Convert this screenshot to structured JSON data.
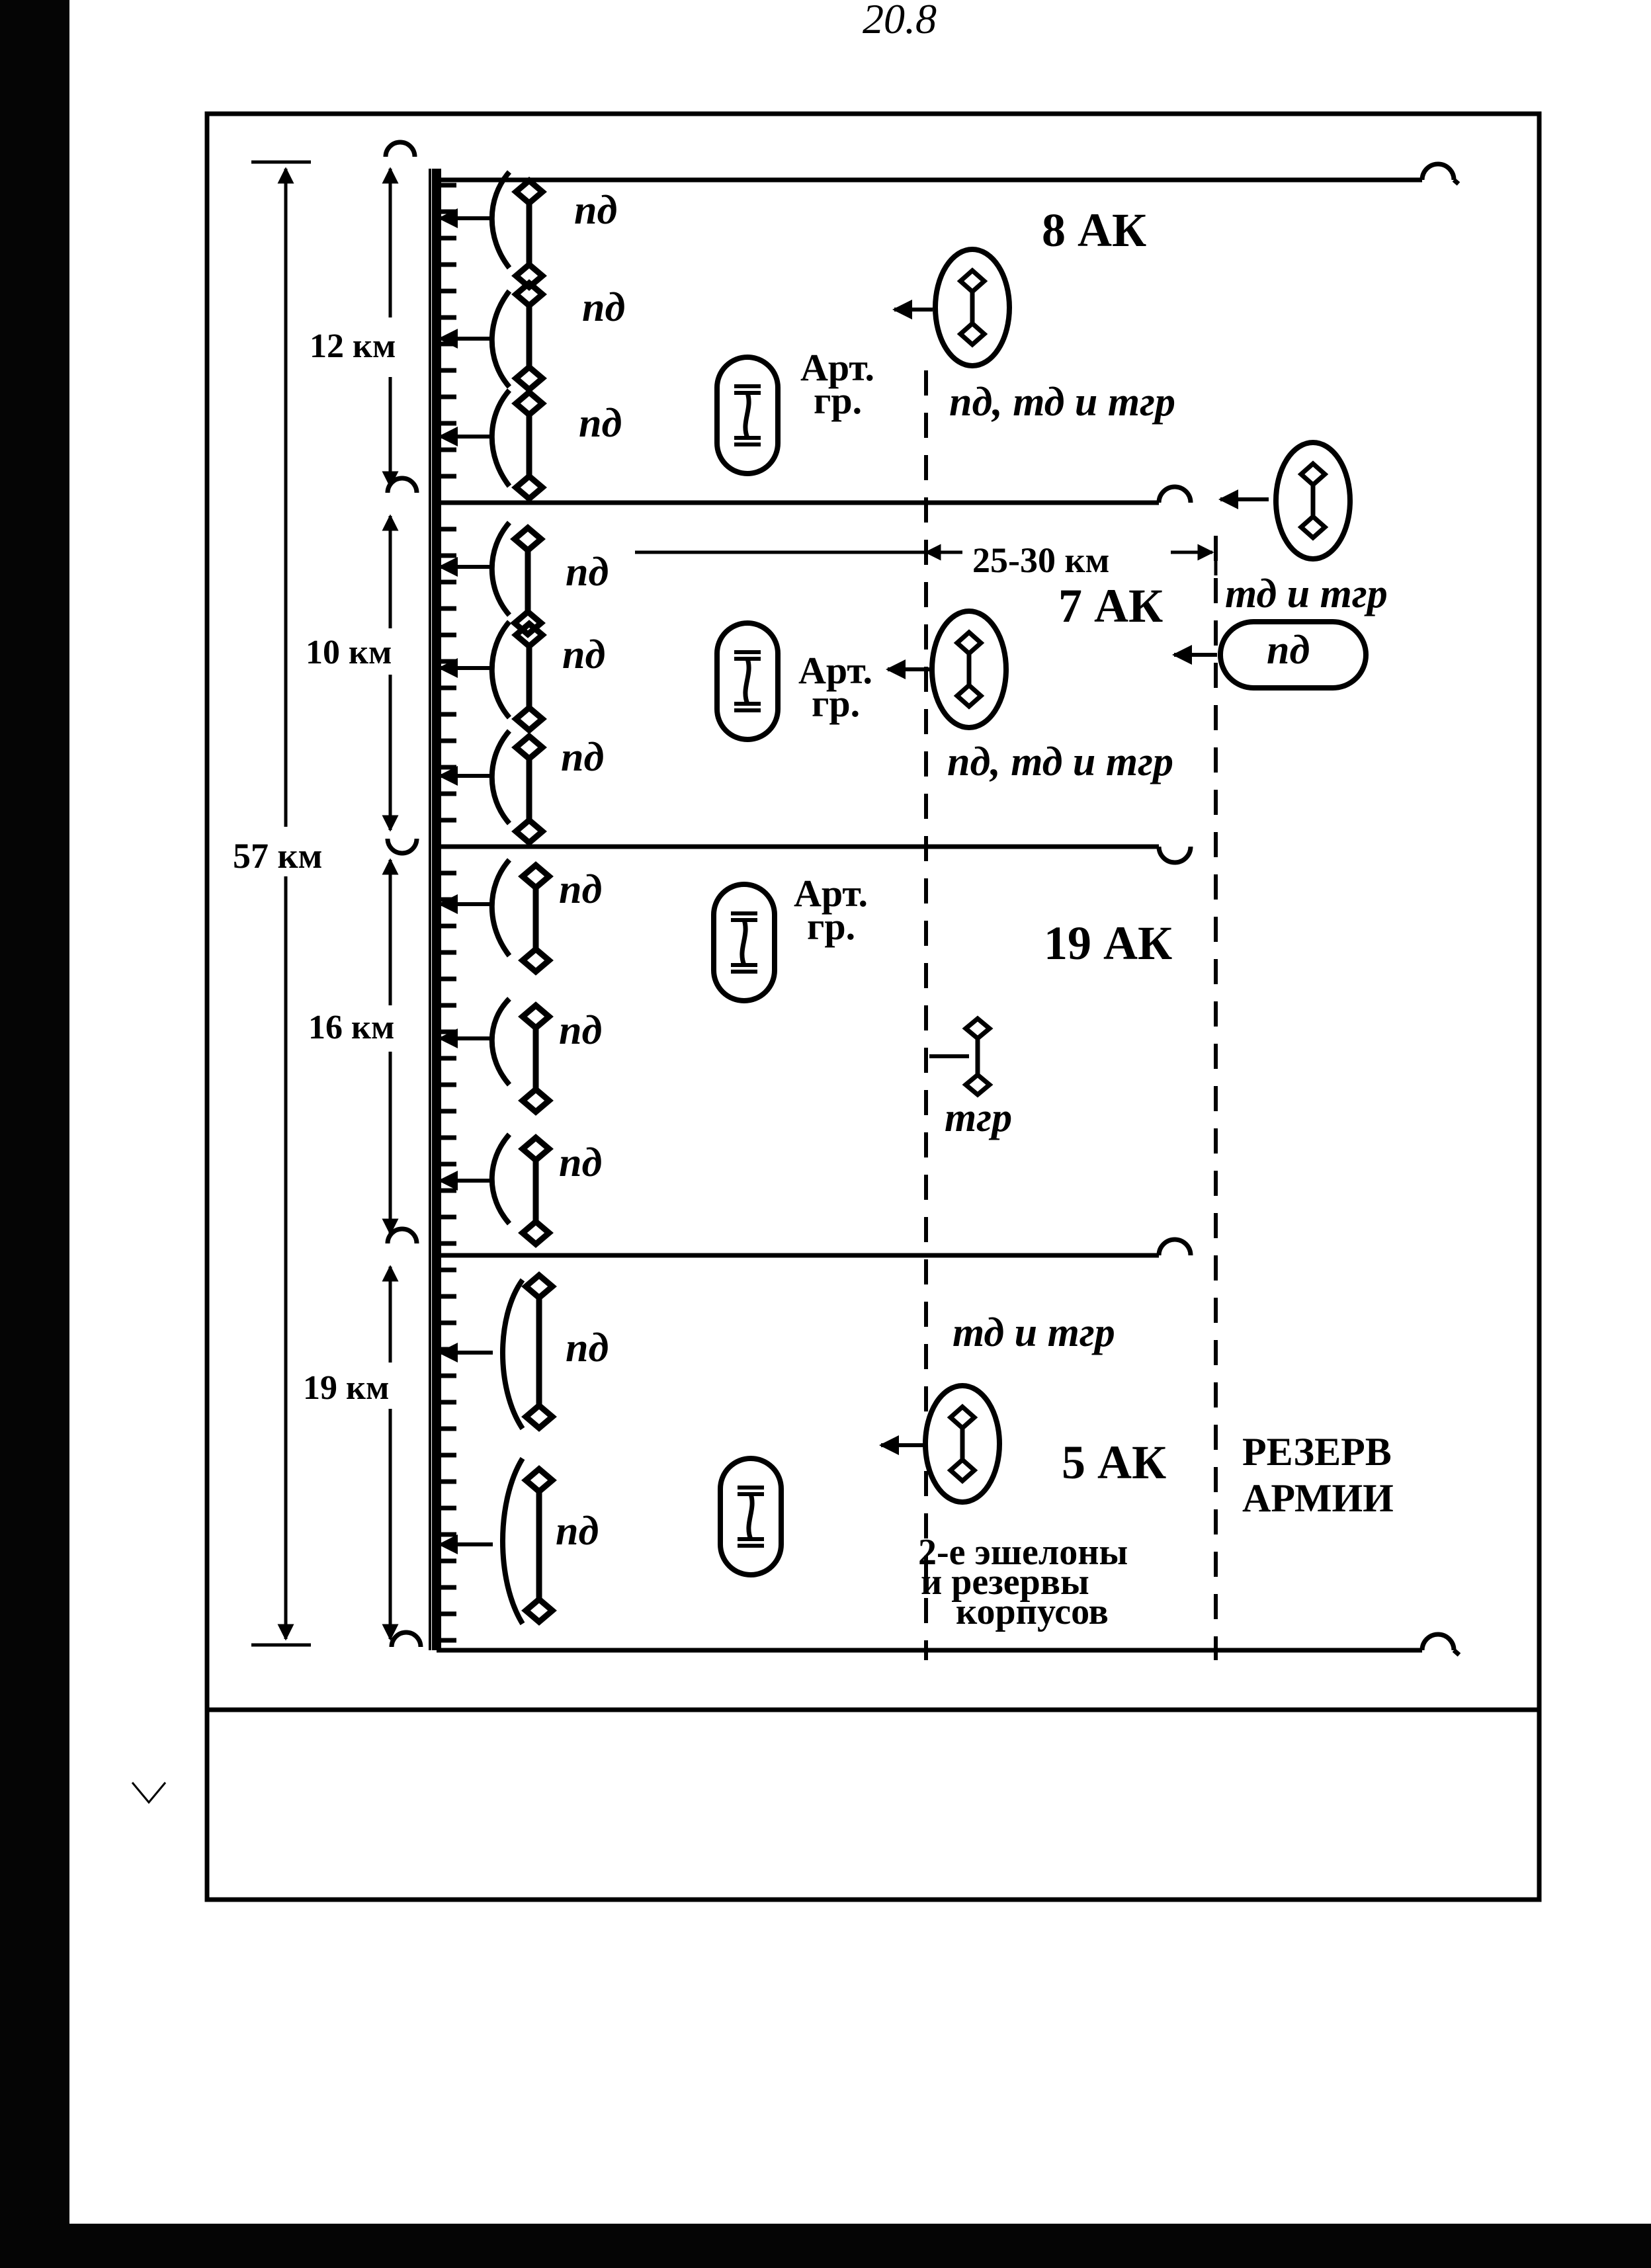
{
  "page_mark": "20.8",
  "corps": [
    {
      "name": "8 АК",
      "width": "12 км",
      "divisions": [
        "пд",
        "пд",
        "пд"
      ],
      "artillery": "Арт. гр.",
      "second_echelon": "пд, тд и тгр"
    },
    {
      "name": "7 АК",
      "width": "10 км",
      "divisions": [
        "пд",
        "пд",
        "пд"
      ],
      "artillery": "Арт. гр.",
      "second_echelon": "пд, тд и тгр"
    },
    {
      "name": "19 АК",
      "width": "16 км",
      "divisions": [
        "пд",
        "пд",
        "пд"
      ],
      "artillery": "Арт. гр.",
      "second_echelon": "тгр"
    },
    {
      "name": "5 АК",
      "width": "19 км",
      "divisions": [
        "пд",
        "пд"
      ],
      "artillery": "",
      "second_echelon": "тд и тгр"
    }
  ],
  "total_width": "57 км",
  "depth_label": "25-30 км",
  "army_reserve": {
    "label_line1": "РЕЗЕРВ",
    "label_line2": "АРМИИ",
    "unit1": "тд и тгр",
    "unit2": "пд"
  },
  "echelon_label": [
    "2-е эшелоны",
    "и резервы",
    "корпусов"
  ],
  "colors": {
    "ink": "#000000",
    "paper": "#ffffff",
    "scan_border": "#050505"
  }
}
